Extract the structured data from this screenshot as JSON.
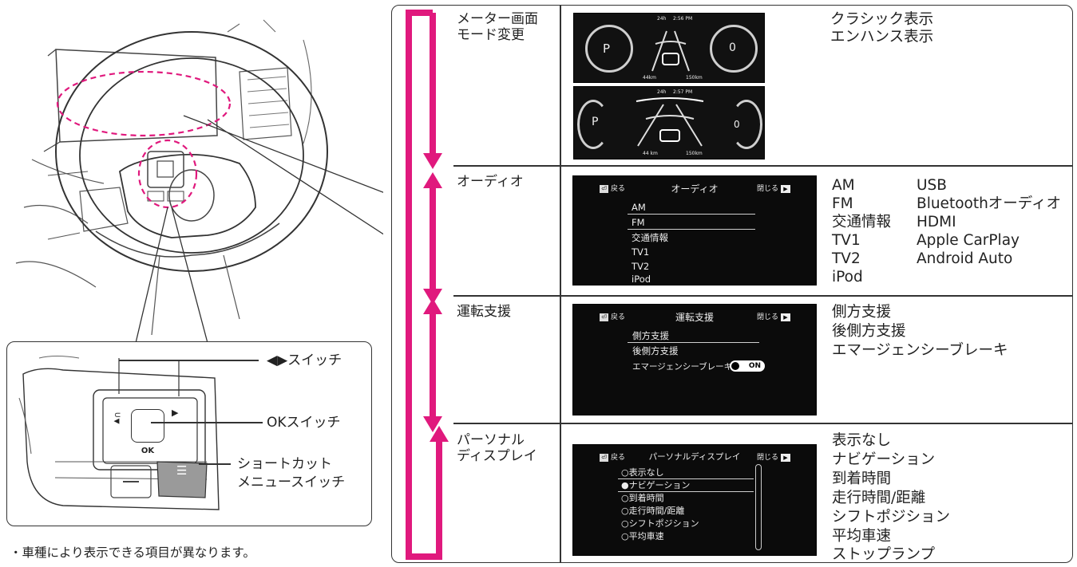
{
  "note": "・車種により表示できる項目が異なります。",
  "callouts": {
    "lr_switch": "◀▶スイッチ",
    "ok_switch": "OKスイッチ",
    "shortcut_line1": "ショートカット",
    "shortcut_line2": "メニュースイッチ"
  },
  "switch_panel": {
    "ok_label": "OK",
    "left_label": "U◀",
    "right_label": "▶",
    "menu_icon": "list-icon"
  },
  "rows": [
    {
      "title": "メーター画面\nモード変更",
      "options_col1": [
        "クラシック表示",
        "エンハンス表示"
      ],
      "options_col2": [],
      "meter": {
        "top": {
          "time_range": "24h",
          "clock": "2:56 PM",
          "gear": "P",
          "speed": "0",
          "trip": "44km",
          "range": "150km"
        },
        "bottom": {
          "time_range": "24h",
          "clock": "2:57 PM",
          "gear": "P",
          "speed": "0",
          "trip": "44 km",
          "range": "150km"
        }
      }
    },
    {
      "title": "オーディオ",
      "screen": {
        "back": "戻る",
        "title": "オーディオ",
        "close": "閉じる",
        "items": [
          "AM",
          "FM",
          "交通情報",
          "TV1",
          "TV2",
          "iPod"
        ]
      },
      "options_col1": [
        "AM",
        "FM",
        "交通情報",
        "TV1",
        "TV2",
        "iPod"
      ],
      "options_col2": [
        "USB",
        "Bluetoothオーディオ",
        "HDMI",
        "Apple CarPlay",
        "Android Auto"
      ]
    },
    {
      "title": "運転支援",
      "screen": {
        "back": "戻る",
        "title": "運転支援",
        "close": "閉じる",
        "items": [
          "側方支援",
          "後側方支援",
          "エマージェンシーブレーキ"
        ],
        "toggle": "ON"
      },
      "options_col1": [
        "側方支援",
        "後側方支援",
        "エマージェンシーブレーキ"
      ],
      "options_col2": []
    },
    {
      "title": "パーソナル\nディスプレイ",
      "screen": {
        "back": "戻る",
        "title": "パーソナルディスプレイ",
        "close": "閉じる",
        "items": [
          "表示なし",
          "ナビゲーション",
          "到着時間",
          "走行時間/距離",
          "シフトポジション",
          "平均車速"
        ],
        "selected_index": 1
      },
      "options_col1": [
        "表示なし",
        "ナビゲーション",
        "到着時間",
        "走行時間/距離",
        "シフトポジション",
        "平均車速",
        "ストップランプ"
      ],
      "options_col2": []
    }
  ],
  "colors": {
    "accent": "#e0197d",
    "line": "#333333",
    "screen_bg": "#0b0b0b",
    "dash_circle": "#e0197d",
    "menu_button": "#9a9a9a"
  }
}
